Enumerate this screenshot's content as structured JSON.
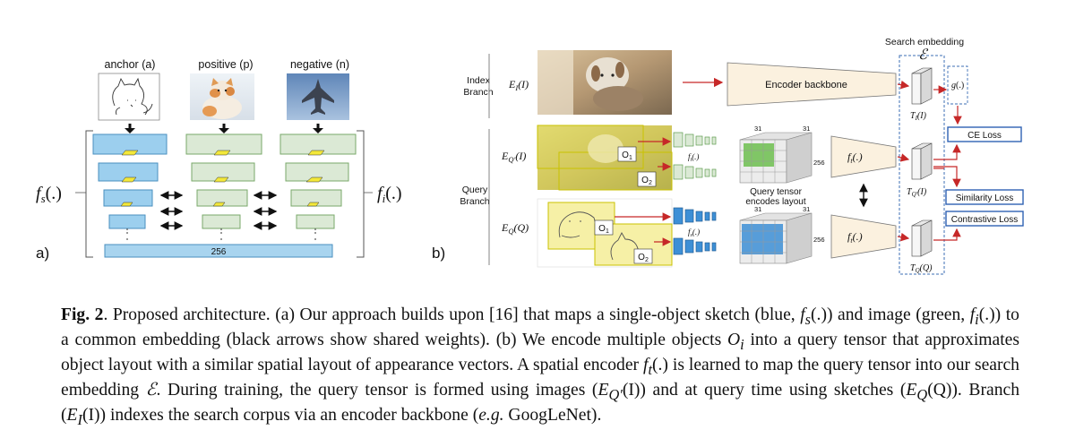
{
  "panel_a": {
    "panel_label": "a)",
    "col_labels": [
      "anchor (a)",
      "positive (p)",
      "negative (n)"
    ],
    "fs_label": "f",
    "fs_sub": "s",
    "fs_args": "(.)",
    "fi_label": "f",
    "fi_sub": "i",
    "fi_args": "(.)",
    "embedding_dim": "256",
    "colors": {
      "sketch_branch": "#9ccfee",
      "image_branch": "#dbe9d5",
      "shared_weight": "#f3e83a",
      "embedding_bar": "#a8d4ef"
    }
  },
  "panel_b": {
    "panel_label": "b)",
    "index_branch": "Index\nBranch",
    "query_branch": "Query\nBranch",
    "ei": "E",
    "ei_sub": "I",
    "ei_args": "(I)",
    "eq_prime": "E",
    "eq_prime_sub": "Q′",
    "eq_prime_args": "(I)",
    "eq": "E",
    "eq_sub": "Q",
    "eq_args": "(Q)",
    "o1": "O",
    "o1_sub": "1",
    "o2": "O",
    "o2_sub": "2",
    "fi_small": "f",
    "fi_small_sub": "i",
    "fi_small_args": "(.)",
    "fs_small": "f",
    "fs_small_sub": "s",
    "fs_small_args": "(.)",
    "grid_dim_a": "31",
    "grid_dim_b": "31",
    "grid_dim_c": "256",
    "query_tensor_caption": "Query tensor\nencodes layout",
    "ft": "f",
    "ft_sub": "t",
    "ft_args": "(.)",
    "encoder_backbone": "Encoder backbone",
    "search_embedding": "Search embedding",
    "script_e": "ℰ",
    "g": "g",
    "g_args": "(.)",
    "ti": "T",
    "ti_sub": "I",
    "ti_args": "(I)",
    "tq_prime": "T",
    "tq_prime_sub": "Q′",
    "tq_prime_args": "(I)",
    "tq": "T",
    "tq_sub": "Q",
    "tq_args": "(Q)",
    "ce_loss": "CE Loss",
    "similarity_loss": "Similarity Loss",
    "contrastive_loss": "Contrastive Loss",
    "colors": {
      "arrow": "#c62828",
      "loss_box": "#2f62b4",
      "green_layer": "#6dbf4f",
      "blue_layer": "#3d8fd6"
    }
  },
  "caption": {
    "label": "Fig. 2",
    "body_1": ".  Proposed architecture.  (a) Our approach builds upon [16] that maps a single-object sketch (blue, ",
    "math_fs": "f",
    "math_fs_sub": "s",
    "math_fs_args": "(.)",
    "body_2": ") and image (green, ",
    "math_fi": "f",
    "math_fi_sub": "i",
    "math_fi_args": "(.)",
    "body_3": ") to a common embedding (black arrows show shared weights). (b) We encode multiple objects ",
    "math_oi": "O",
    "math_oi_sub": "i",
    "body_4": " into a query tensor that approximates object layout with a similar spatial layout of appearance vectors. A spatial encoder ",
    "math_ft": "f",
    "math_ft_sub": "t",
    "math_ft_args": "(.)",
    "body_5": " is learned to map the query tensor into our search embedding ",
    "math_e": "ℰ",
    "body_6": ". During training, the query tensor is formed using images (",
    "math_eqp": "E",
    "math_eqp_sub": "Q′",
    "math_eqp_args": "(I)",
    "body_7": ") and at query time using sketches (",
    "math_eq": "E",
    "math_eq_sub": "Q",
    "math_eq_args": "(Q)",
    "body_8": "). Branch (",
    "math_ei": "E",
    "math_ei_sub": "I",
    "math_ei_args": "(I)",
    "body_9": ") indexes the search corpus via an encoder backbone (",
    "eg": "e.g.",
    "body_10": " GoogLeNet)."
  }
}
